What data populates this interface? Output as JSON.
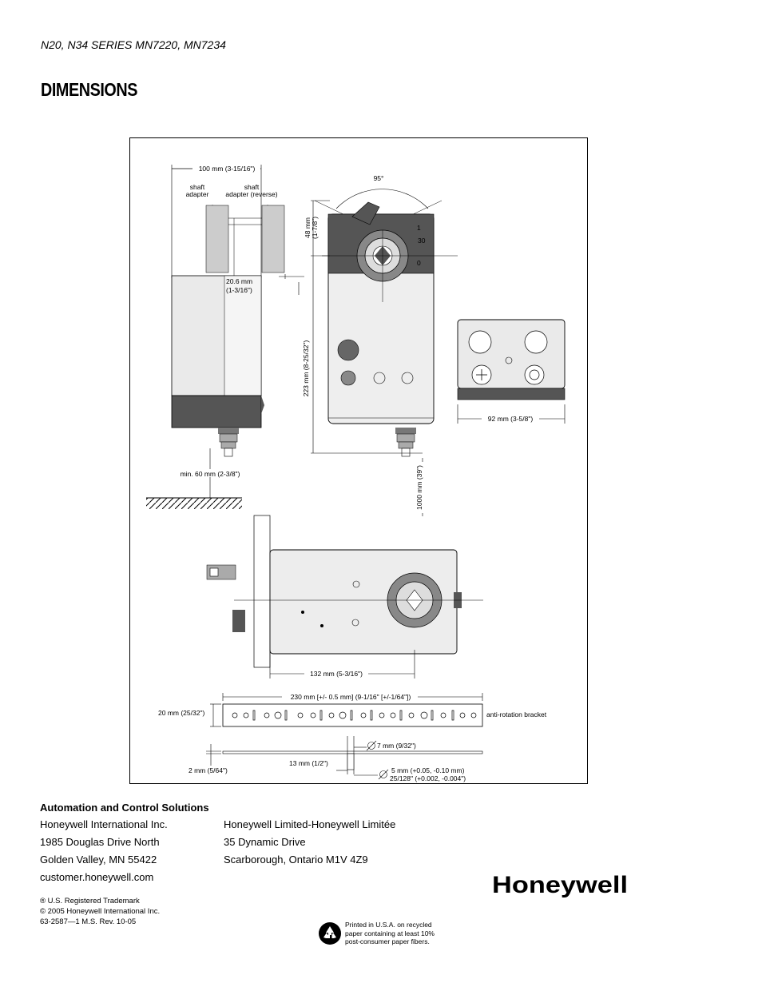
{
  "header": {
    "series": "N20, N34 SERIES MN7220, MN7234",
    "title": "DIMENSIONS"
  },
  "figure": {
    "angle": "95°",
    "width_side": "100 mm (3-15/16\")",
    "shaft_adapter_1": "shaft",
    "shaft_adapter_2": "adapter",
    "shaft_adapter_rev_1": "shaft",
    "shaft_adapter_rev_2": "adapter (reverse)",
    "offset_1": "20.6 mm",
    "offset_2": "(1-3/16\")",
    "height_top": "48 mm",
    "height_top_in": "(1-7/8\")",
    "height_total": "223 mm (8-25/32\")",
    "width_end": "92 mm (3-5/8\")",
    "clearance": "min. 60 mm (2-3/8\")",
    "cable": "1000 mm (39\")",
    "depth": "132 mm (5-3/16\")",
    "bracket_length": "230 mm [+/- 0.5 mm] (9-1/16\" [+/-1/64\"])",
    "bracket_width": "20 mm (25/32\")",
    "bracket_label": "anti-rotation bracket",
    "hole_diameter": "7 mm (9/32\")",
    "hole_offset": "13 mm (1/2\")",
    "bracket_thickness": "2 mm (5/64\")",
    "pin_diameter": "5 mm (+0.05, -0.10 mm)",
    "pin_diameter_in": "25/128\" (+0.002, -0.004\")",
    "scale_ticks": [
      "1",
      "30",
      "0"
    ]
  },
  "footer": {
    "company_title": "Automation and Control Solutions",
    "us": {
      "name": "Honeywell International Inc.",
      "street": "1985 Douglas Drive North",
      "city": "Golden Valley, MN  55422",
      "web": "customer.honeywell.com"
    },
    "ca": {
      "name": "Honeywell Limited-Honeywell Limitée",
      "street": "35 Dynamic Drive",
      "city": "Scarborough, Ontario  M1V 4Z9"
    },
    "trademark": "® U.S. Registered Trademark",
    "copyright": "© 2005 Honeywell International Inc.",
    "doc_number": "63-2587—1    M.S.  Rev. 10-05",
    "logo": "Honeywell",
    "recycle_1": "Printed in U.S.A. on recycled",
    "recycle_2": "paper containing at least 10%",
    "recycle_3": "post-consumer paper fibers."
  }
}
